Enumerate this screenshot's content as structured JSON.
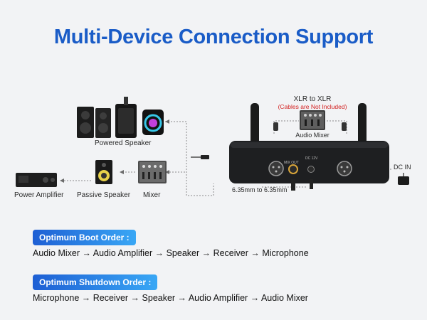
{
  "title": "Multi-Device Connection Support",
  "devices": {
    "powered_speaker": "Powered Speaker",
    "power_amplifier": "Power Amplifier",
    "passive_speaker": "Passive Speaker",
    "mixer": "Mixer",
    "audio_mixer": "Audio Mixer"
  },
  "cables": {
    "xlr_title": "XLR to XLR",
    "xlr_note": "(Cables are Not Included)",
    "jack": "6.35mm to 6.35mm",
    "dc_in": "DC IN"
  },
  "receiver_panel": {
    "mix_out": "MIX OUT",
    "dc": "DC 12V"
  },
  "boot": {
    "heading": "Optimum Boot Order :",
    "sequence": "Audio Mixer → Audio Amplifier → Speaker → Receiver → Microphone"
  },
  "shutdown": {
    "heading": "Optimum Shutdown Order :",
    "sequence": "Microphone → Receiver → Speaker → Audio Amplifier → Audio Mixer"
  },
  "colors": {
    "title": "#1a5cc7",
    "pill_start": "#1e5fd4",
    "pill_end": "#39a7f5",
    "note": "#d32020"
  }
}
